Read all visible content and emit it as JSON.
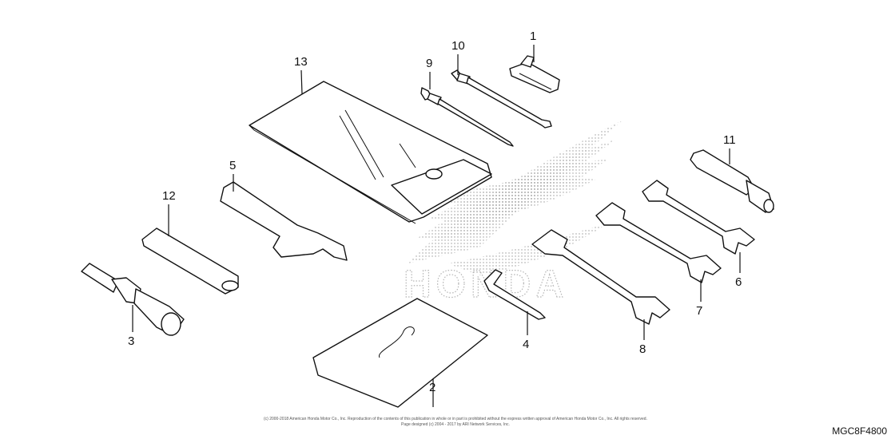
{
  "watermark": {
    "brand_text": "HONDA"
  },
  "callouts": [
    {
      "id": "c1",
      "label": "1"
    },
    {
      "id": "c2",
      "label": "2"
    },
    {
      "id": "c3",
      "label": "3"
    },
    {
      "id": "c4",
      "label": "4"
    },
    {
      "id": "c5",
      "label": "5"
    },
    {
      "id": "c6",
      "label": "6"
    },
    {
      "id": "c7",
      "label": "7"
    },
    {
      "id": "c8",
      "label": "8"
    },
    {
      "id": "c9",
      "label": "9"
    },
    {
      "id": "c10",
      "label": "10"
    },
    {
      "id": "c11",
      "label": "11"
    },
    {
      "id": "c12",
      "label": "12"
    },
    {
      "id": "c13",
      "label": "13"
    }
  ],
  "footer": {
    "copyright_line1": "(c) 2000-2018 American Honda Motor Co., Inc. Reproduction of the contents of this publication in whole or in part is prohibited without the express written approval of American Honda Motor Co., Inc. All rights reserved.",
    "copyright_line2": "Page designed (c) 2004 - 2017 by ARI Network Services, Inc.",
    "diagram_code": "MGC8F4800"
  },
  "colors": {
    "line": "#111111",
    "watermark": "#b5b5b5",
    "background": "#ffffff"
  }
}
